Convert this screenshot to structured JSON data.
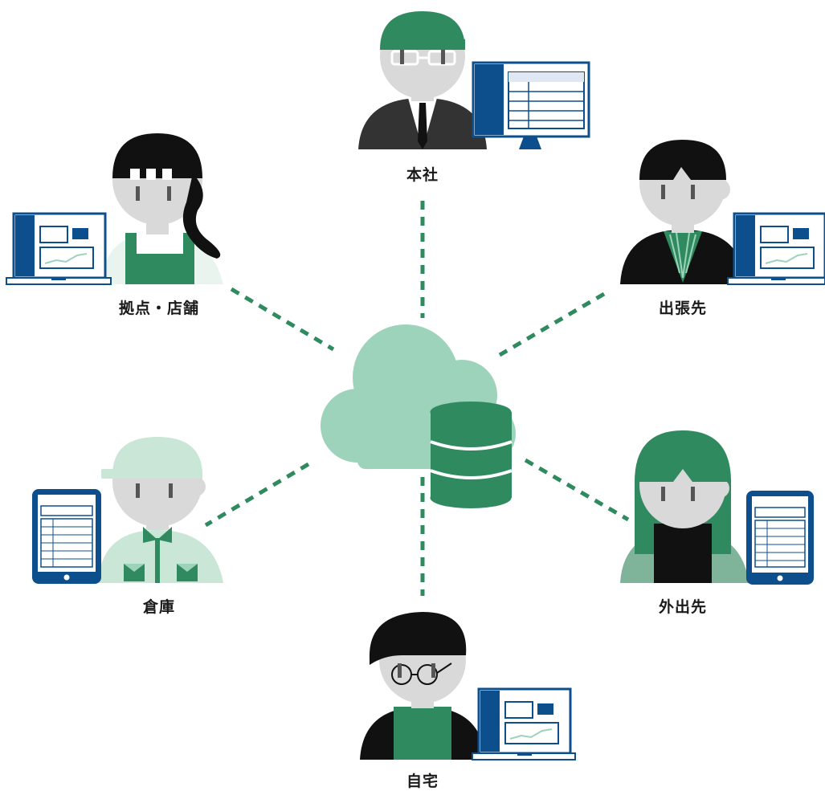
{
  "nodes": [
    {
      "id": "honsha",
      "label": "本社"
    },
    {
      "id": "kyoten",
      "label": "拠点・店舗"
    },
    {
      "id": "shucchosaki",
      "label": "出張先"
    },
    {
      "id": "soko",
      "label": "倉庫"
    },
    {
      "id": "gaishutsusaki",
      "label": "外出先"
    },
    {
      "id": "jitaku",
      "label": "自宅"
    }
  ],
  "center": {
    "icon": "cloud-database-icon"
  },
  "colors": {
    "green_dark": "#2f8a5f",
    "green_light": "#9ed3bb",
    "green_pale": "#c9e6d6",
    "navy": "#0d4f8c",
    "gray_face": "#d9d9d9",
    "black": "#111111"
  }
}
